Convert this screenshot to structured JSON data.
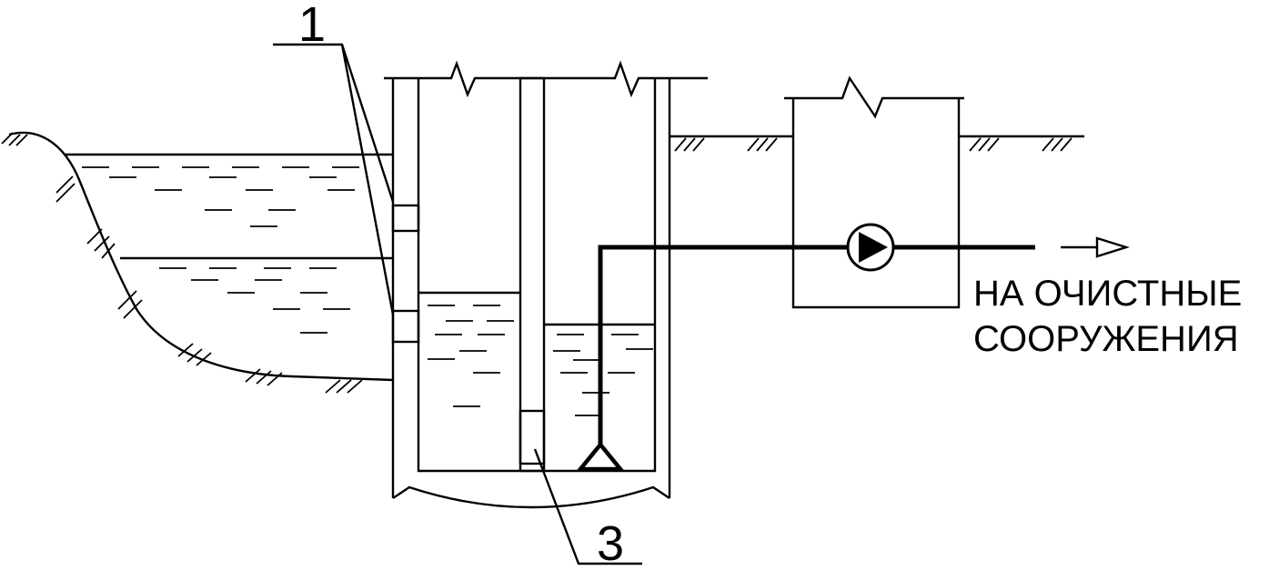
{
  "labels": {
    "callout_1": "1",
    "callout_3": "3",
    "destination_line1": "НА ОЧИСТНЫЕ",
    "destination_line2": "СООРУЖЕНИЯ"
  }
}
